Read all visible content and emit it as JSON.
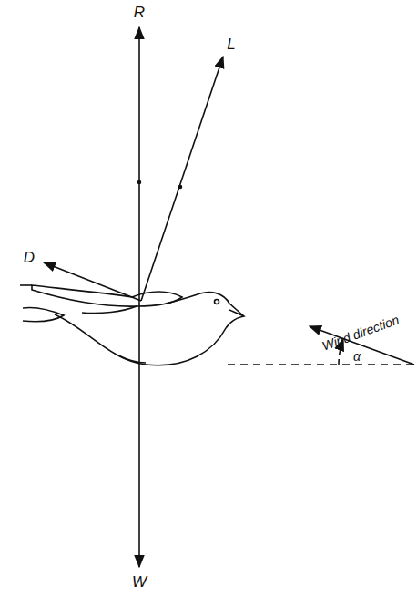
{
  "diagram": {
    "labels": [
      "R",
      "L",
      "D",
      "W",
      "Wind direction",
      "α"
    ]
  }
}
